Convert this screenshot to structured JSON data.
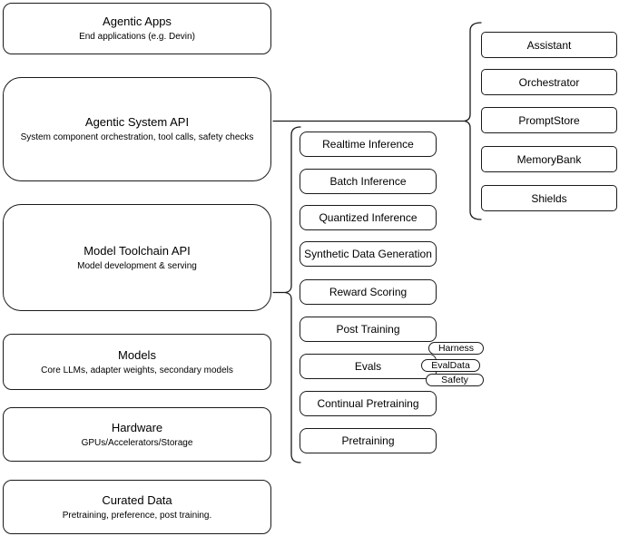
{
  "diagram": {
    "left_column": {
      "boxes": [
        {
          "title": "Agentic Apps",
          "subtitle": "End applications (e.g. Devin)"
        },
        {
          "title": "Agentic System API",
          "subtitle": "System component orchestration, tool calls, safety checks"
        },
        {
          "title": "Model Toolchain API",
          "subtitle": "Model development & serving"
        },
        {
          "title": "Models",
          "subtitle": "Core LLMs, adapter weights, secondary models"
        },
        {
          "title": "Hardware",
          "subtitle": "GPUs/Accelerators/Storage"
        },
        {
          "title": "Curated Data",
          "subtitle": "Pretraining, preference, post training."
        }
      ]
    },
    "toolchain_group": {
      "items": [
        "Realtime Inference",
        "Batch Inference",
        "Quantized Inference",
        "Synthetic Data Generation",
        "Reward Scoring",
        "Post Training",
        "Evals",
        "Continual Pretraining",
        "Pretraining"
      ]
    },
    "system_components_group": {
      "items": [
        "Assistant",
        "Orchestrator",
        "PromptStore",
        "MemoryBank",
        "Shields"
      ]
    },
    "eval_badges": [
      "Harness",
      "EvalData",
      "Safety"
    ],
    "colors": {
      "stroke": "#1a1a1a",
      "background": "#ffffff",
      "text": "#000000"
    }
  }
}
